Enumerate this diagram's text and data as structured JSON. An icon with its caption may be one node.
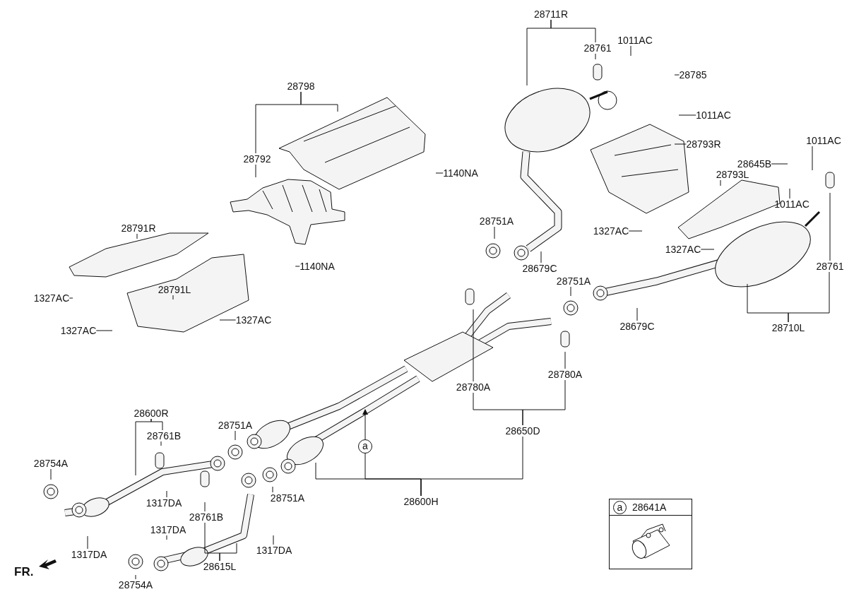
{
  "diagram": {
    "nodes": [
      {
        "text": [
          "28798"
        ]
      },
      {
        "text": [
          "28792"
        ]
      },
      {
        "text": [
          "1140NA"
        ]
      },
      {
        "text": [
          "1140NA"
        ]
      },
      {
        "text": [
          "28791R"
        ]
      },
      {
        "text": [
          "28791L"
        ]
      },
      {
        "text": [
          "1327AC"
        ]
      },
      {
        "text": [
          "1327AC"
        ]
      },
      {
        "text": [
          "1327AC"
        ]
      },
      {
        "text": [
          "28711R"
        ]
      },
      {
        "text": [
          "28761"
        ]
      },
      {
        "text": [
          "1011AC"
        ]
      },
      {
        "text": [
          "28785"
        ]
      },
      {
        "text": [
          "1011AC"
        ]
      },
      {
        "text": [
          "28793R"
        ]
      },
      {
        "text": [
          "28793L"
        ]
      },
      {
        "text": [
          "28645B"
        ]
      },
      {
        "text": [
          "1011AC"
        ]
      },
      {
        "text": [
          "1011AC"
        ]
      },
      {
        "text": [
          "28761"
        ]
      },
      {
        "text": [
          "28710L"
        ]
      },
      {
        "text": [
          "1327AC"
        ]
      },
      {
        "text": [
          "1327AC"
        ]
      },
      {
        "text": [
          "28751A"
        ]
      },
      {
        "text": [
          "28679C"
        ]
      },
      {
        "text": [
          "28751A"
        ]
      },
      {
        "text": [
          "28679C"
        ]
      },
      {
        "text": [
          "28780A"
        ]
      },
      {
        "text": [
          "28780A"
        ]
      },
      {
        "text": [
          "28650D"
        ]
      },
      {
        "text": [
          "28600H"
        ]
      },
      {
        "text": [
          "a"
        ]
      },
      {
        "text": [
          "28600R"
        ]
      },
      {
        "text": [
          "28761B"
        ]
      },
      {
        "text": [
          "28754A"
        ]
      },
      {
        "text": [
          "28751A"
        ]
      },
      {
        "text": [
          "1317DA"
        ]
      },
      {
        "text": [
          "1317DA"
        ]
      },
      {
        "text": [
          "28751A"
        ]
      },
      {
        "text": [
          "28761B"
        ]
      },
      {
        "text": [
          "1317DA"
        ]
      },
      {
        "text": [
          "1317DA"
        ]
      },
      {
        "text": [
          "28615L"
        ]
      },
      {
        "text": [
          "28754A"
        ]
      },
      {
        "text": [
          "a",
          "28641A"
        ]
      }
    ],
    "edges": [
      {
        "from": 0,
        "to": null,
        "arrow": "none"
      },
      {
        "from": 0,
        "to": 1,
        "arrow": "none"
      },
      {
        "from": 1,
        "to": null,
        "arrow": "none"
      },
      {
        "from": 2,
        "to": null,
        "arrow": "none"
      },
      {
        "from": 3,
        "to": null,
        "arrow": "none"
      },
      {
        "from": 4,
        "to": null,
        "arrow": "none"
      },
      {
        "from": 5,
        "to": null,
        "arrow": "none"
      },
      {
        "from": 6,
        "to": null,
        "arrow": "none"
      },
      {
        "from": 7,
        "to": null,
        "arrow": "none"
      },
      {
        "from": 8,
        "to": null,
        "arrow": "none"
      },
      {
        "from": 9,
        "to": null,
        "arrow": "none"
      },
      {
        "from": 9,
        "to": 10,
        "arrow": "none"
      },
      {
        "from": 10,
        "to": null,
        "arrow": "none"
      },
      {
        "from": 11,
        "to": null,
        "arrow": "none"
      },
      {
        "from": 12,
        "to": null,
        "arrow": "none"
      },
      {
        "from": 13,
        "to": null,
        "arrow": "none"
      },
      {
        "from": 14,
        "to": null,
        "arrow": "none"
      },
      {
        "from": 15,
        "to": null,
        "arrow": "none"
      },
      {
        "from": 16,
        "to": null,
        "arrow": "none"
      },
      {
        "from": 17,
        "to": null,
        "arrow": "none"
      },
      {
        "from": 18,
        "to": null,
        "arrow": "none"
      },
      {
        "from": 19,
        "to": null,
        "arrow": "none"
      },
      {
        "from": 20,
        "to": null,
        "arrow": "none"
      },
      {
        "from": 20,
        "to": 19,
        "arrow": "none"
      },
      {
        "from": 21,
        "to": null,
        "arrow": "none"
      },
      {
        "from": 22,
        "to": null,
        "arrow": "none"
      },
      {
        "from": 23,
        "to": null,
        "arrow": "none"
      },
      {
        "from": 24,
        "to": null,
        "arrow": "none"
      },
      {
        "from": 25,
        "to": null,
        "arrow": "none"
      },
      {
        "from": 26,
        "to": null,
        "arrow": "none"
      },
      {
        "from": 27,
        "to": null,
        "arrow": "none"
      },
      {
        "from": 28,
        "to": null,
        "arrow": "none"
      },
      {
        "from": 29,
        "to": 27,
        "arrow": "none"
      },
      {
        "from": 29,
        "to": 28,
        "arrow": "none"
      },
      {
        "from": 30,
        "to": 29,
        "arrow": "none"
      },
      {
        "from": 30,
        "to": null,
        "arrow": "none"
      },
      {
        "from": 30,
        "to": 31,
        "arrow": "none"
      },
      {
        "from": 31,
        "to": null,
        "arrow": "to"
      },
      {
        "from": 32,
        "to": null,
        "arrow": "none"
      },
      {
        "from": 32,
        "to": 33,
        "arrow": "none"
      },
      {
        "from": 33,
        "to": null,
        "arrow": "none"
      },
      {
        "from": 34,
        "to": null,
        "arrow": "none"
      },
      {
        "from": 35,
        "to": null,
        "arrow": "none"
      },
      {
        "from": 36,
        "to": null,
        "arrow": "none"
      },
      {
        "from": 37,
        "to": null,
        "arrow": "none"
      },
      {
        "from": 38,
        "to": null,
        "arrow": "none"
      },
      {
        "from": 39,
        "to": null,
        "arrow": "none"
      },
      {
        "from": 42,
        "to": 39,
        "arrow": "none"
      },
      {
        "from": 42,
        "to": null,
        "arrow": "none"
      },
      {
        "from": 40,
        "to": null,
        "arrow": "none"
      },
      {
        "from": 41,
        "to": null,
        "arrow": "none"
      },
      {
        "from": 43,
        "to": null,
        "arrow": "none"
      }
    ],
    "labels": [
      "FR."
    ]
  }
}
